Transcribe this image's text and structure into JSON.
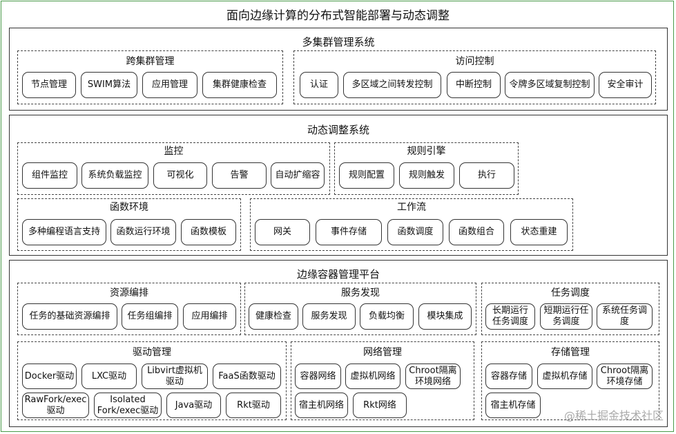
{
  "title": "面向边缘计算的分布式智能部署与动态调整",
  "watermark": "@稀土掘金技术社区",
  "sections": {
    "multi_cluster": {
      "title": "多集群管理系统",
      "cross_cluster": {
        "title": "跨集群管理",
        "items": [
          "节点管理",
          "SWIM算法",
          "应用管理",
          "集群健康检查"
        ]
      },
      "access_control": {
        "title": "访问控制",
        "items": [
          "认证",
          "多区域之间转发控制",
          "中断控制",
          "令牌多区域复制控制",
          "安全审计"
        ]
      }
    },
    "dynamic": {
      "title": "动态调整系统",
      "monitor": {
        "title": "监控",
        "items": [
          "组件监控",
          "系统负载监控",
          "可视化",
          "告警",
          "自动扩缩容"
        ]
      },
      "rules": {
        "title": "规则引擎",
        "items": [
          "规则配置",
          "规则触发",
          "执行"
        ]
      },
      "functions": {
        "title": "函数环境",
        "items": [
          "多种编程语言支持",
          "函数运行环境",
          "函数模板"
        ]
      },
      "workflow": {
        "title": "工作流",
        "items": [
          "网关",
          "事件存储",
          "函数调度",
          "函数组合",
          "状态重建"
        ]
      }
    },
    "edge": {
      "title": "边缘容器管理平台",
      "resources": {
        "title": "资源编排",
        "items": [
          "任务的基础资源编排",
          "任务组编排",
          "应用编排"
        ]
      },
      "discovery": {
        "title": "服务发现",
        "items": [
          "健康检查",
          "服务发现",
          "负载均衡",
          "模块集成"
        ]
      },
      "scheduling": {
        "title": "任务调度",
        "items": [
          "长期运行\n任务调度",
          "短期运行任\n务调度",
          "系统任务调\n度"
        ]
      },
      "drivers": {
        "title": "驱动管理",
        "items": [
          "Docker驱动",
          "LXC驱动",
          "Libvirt虚拟机\n驱动",
          "FaaS函数驱动",
          "RawFork/exec\n驱动",
          "Isolated\nFork/exec驱动",
          "Java驱动",
          "Rkt驱动"
        ]
      },
      "network": {
        "title": "网络管理",
        "items": [
          "容器网络",
          "虚拟机网络",
          "Chroot隔离\n环境网络",
          "宿主机网络",
          "Rkt网络"
        ]
      },
      "storage": {
        "title": "存储管理",
        "items": [
          "容器存储",
          "虚拟机存储",
          "Chroot隔离\n环境存储",
          "宿主机存储"
        ]
      }
    }
  }
}
